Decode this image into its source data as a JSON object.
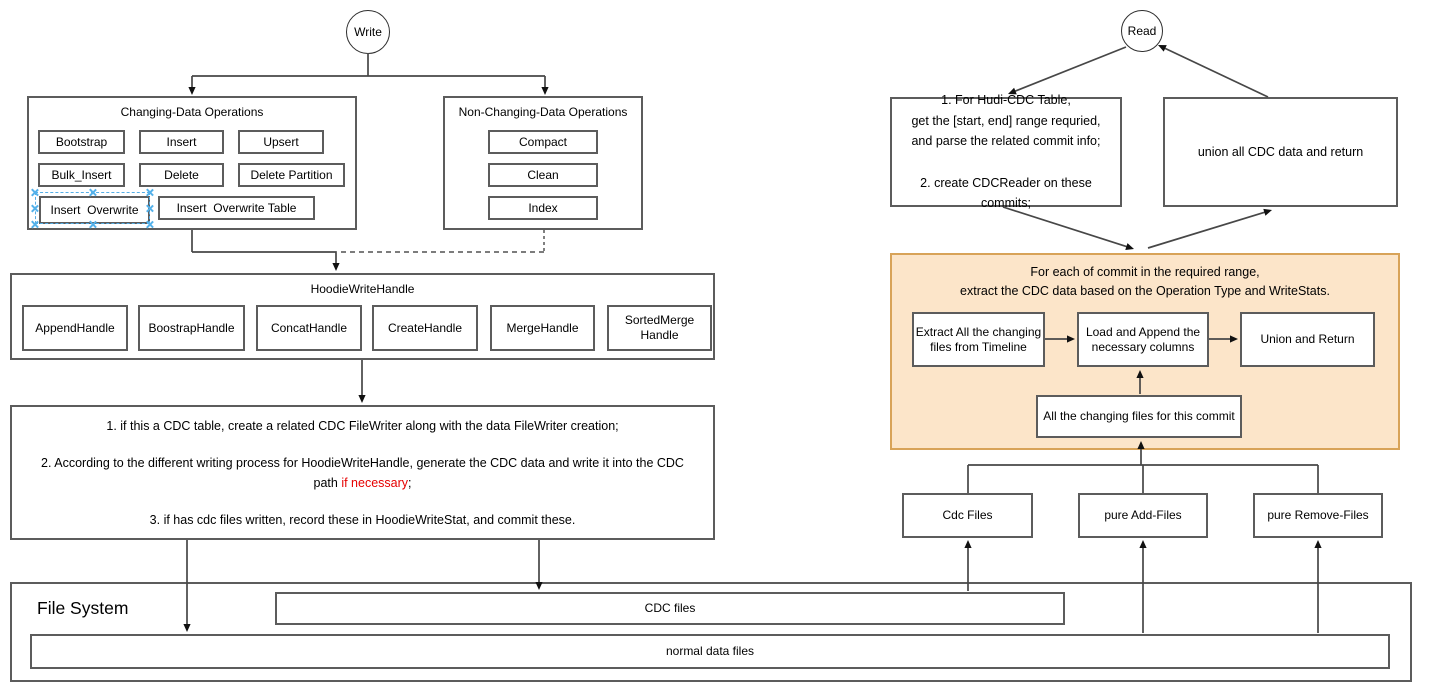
{
  "write_flow": {
    "node": "Write",
    "changing": {
      "title": "Changing-Data Operations",
      "ops": [
        "Bootstrap",
        "Insert",
        "Upsert",
        "Bulk_Insert",
        "Delete",
        "Delete Partition",
        "Insert  Overwrite",
        "Insert  Overwrite Table"
      ]
    },
    "non_changing": {
      "title": "Non-Changing-Data Operations",
      "ops": [
        "Compact",
        "Clean",
        "Index"
      ]
    },
    "handle": {
      "title": "HoodieWriteHandle",
      "handles": [
        "AppendHandle",
        "BoostrapHandle",
        "ConcatHandle",
        "CreateHandle",
        "MergeHandle",
        "SortedMerge Handle"
      ]
    },
    "steps": {
      "s1": "1. if this a CDC table, create a related CDC FileWriter along with the data FileWriter creation;",
      "s2_line1": "2. According to the different writing process for HoodieWriteHandle, generate the CDC data and write it into the CDC",
      "s2_line2_prefix": "path ",
      "s2_line2_highlight": "if necessary",
      "s2_line2_suffix": ";",
      "s3": "3. if has cdc files written, record these in HoodieWriteStat, and commit these."
    }
  },
  "read_flow": {
    "node": "Read",
    "prepare": "1. For Hudi-CDC Table,\nget the [start, end] range requried,\nand parse the related commit info;\n\n2. create CDCReader on these\ncommits;",
    "union_return": "union all CDC data and return",
    "per_commit": {
      "title_line1": "For each of commit in the required range,",
      "title_line2": "extract the CDC data based on the Operation Type and WriteStats.",
      "extract": "Extract All the changing files from Timeline",
      "load": "Load and Append the necessary columns",
      "union": "Union and Return",
      "changing_files": "All the changing files for this commit"
    },
    "file_groups": [
      "Cdc Files",
      "pure Add-Files",
      "pure Remove-Files"
    ]
  },
  "file_system": {
    "title": "File System",
    "cdc": "CDC files",
    "normal": "normal data files"
  },
  "colors": {
    "highlight_text": "#e60000",
    "group_fill": "#fce5c9",
    "group_border": "#d8a358",
    "selection": "#54b1ea",
    "shape_border": "#5c5c5c"
  }
}
